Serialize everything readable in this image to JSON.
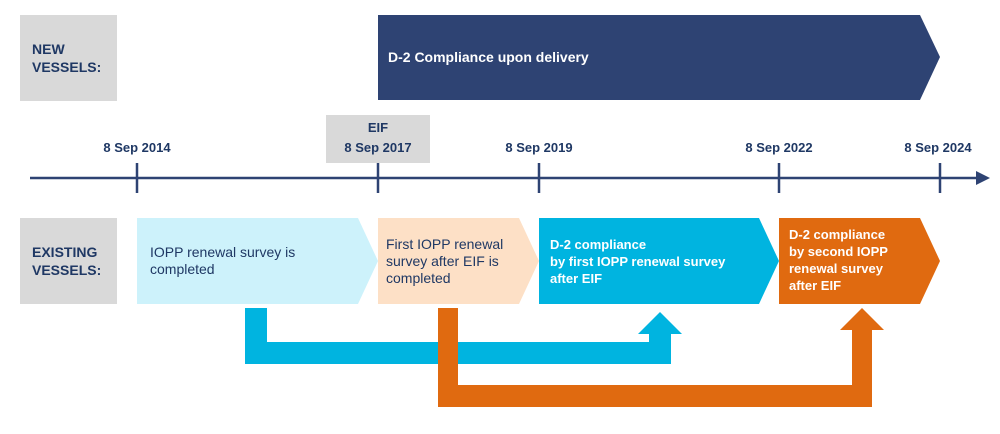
{
  "labels": {
    "new_vessels": [
      "NEW",
      "VESSELS:"
    ],
    "existing_vessels": [
      "EXISTING",
      "VESSELS:"
    ]
  },
  "new_vessels_bar": "D-2 Compliance upon delivery",
  "eif": {
    "title": "EIF",
    "date": "8 Sep 2017"
  },
  "dates": [
    "8 Sep 2014",
    "8 Sep 2019",
    "8 Sep 2022",
    "8 Sep 2024"
  ],
  "steps": [
    {
      "lines": [
        "IOPP renewal survey is",
        "completed"
      ]
    },
    {
      "lines": [
        "First IOPP renewal",
        "survey after EIF is",
        "completed"
      ]
    },
    {
      "lines": [
        "D-2 compliance",
        "by first IOPP renewal survey",
        "after EIF"
      ]
    },
    {
      "lines": [
        "D-2 compliance",
        "by second IOPP",
        "renewal survey",
        "after EIF"
      ]
    }
  ],
  "colors": {
    "navy": "#2e4373",
    "label_gray": "#d9d9d9",
    "light_blue": "#cdf2fb",
    "peach": "#fde0c6",
    "cyan": "#00b4e0",
    "orange": "#e06a10",
    "text_navy": "#1f3864"
  }
}
